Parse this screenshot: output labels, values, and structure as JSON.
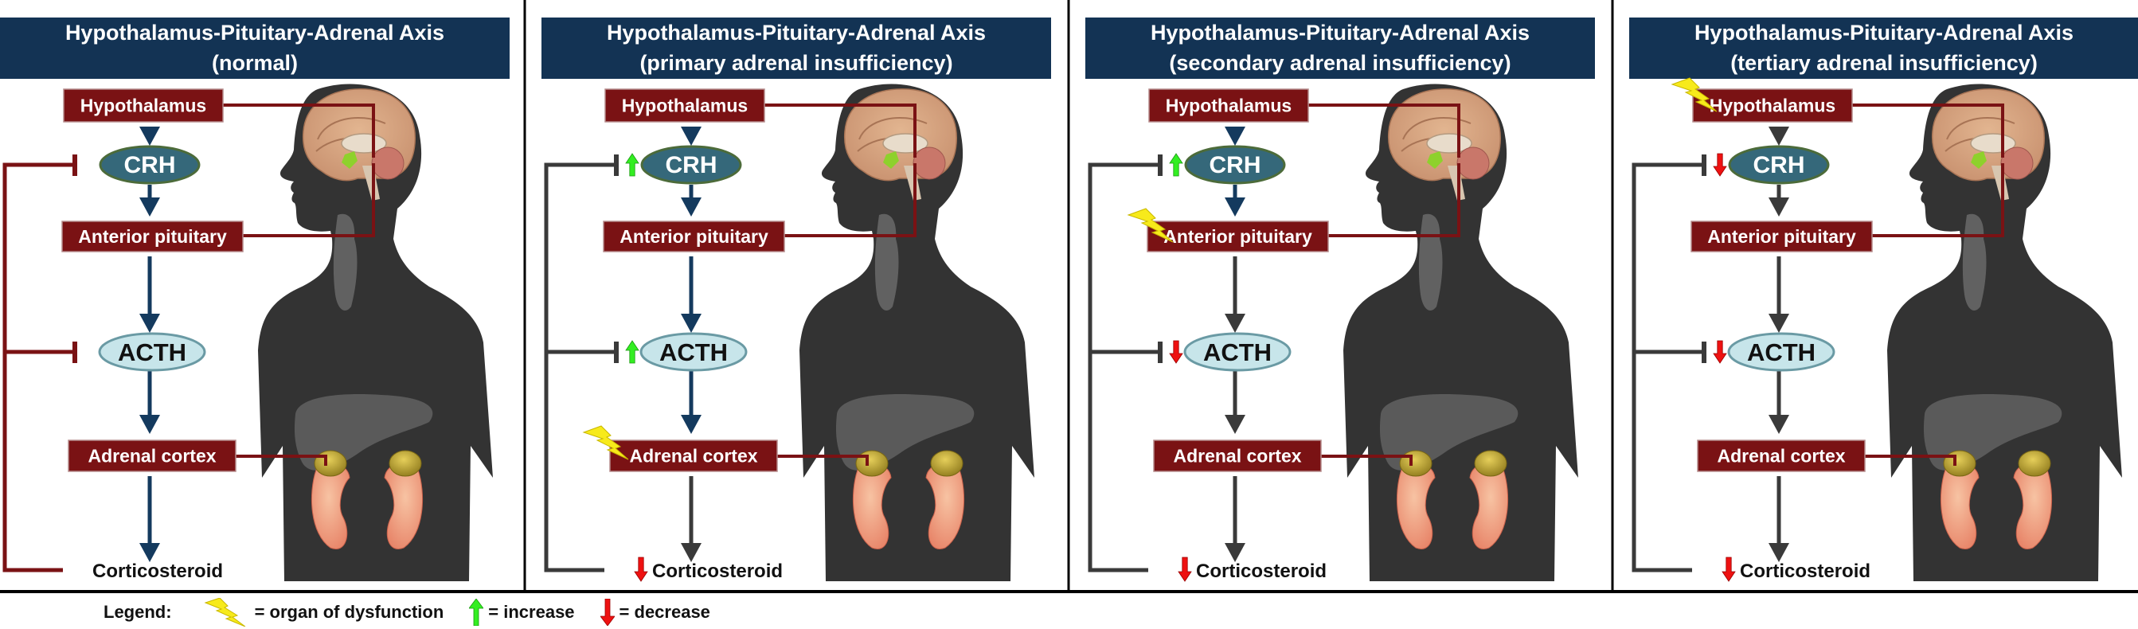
{
  "figure_title": "Hypothalamus-Pituitary-Adrenal Axis",
  "colors": {
    "title_banner": "#133354",
    "box_maroon": "#7a1214",
    "feedback_maroon": "#7a1214",
    "feedback_gray": "#3a3a3a",
    "arrow_navy": "#143a5e",
    "arrow_gray": "#3a3a3a",
    "crh_fill": "#35687a",
    "crh_stroke": "#4c6b3a",
    "acth_fill": "#c7e5ea",
    "acth_stroke": "#6a9aa4",
    "silhouette": "#333333",
    "increase": "#33ee22",
    "decrease": "#ee1111",
    "bolt": "#f7ea1b"
  },
  "panels": [
    {
      "title_line1": "Hypothalamus-Pituitary-Adrenal Axis",
      "title_line2": "(normal)",
      "nodes": {
        "hypothalamus": "Hypothalamus",
        "crh": "CRH",
        "anterior_pituitary": "Anterior pituitary",
        "acth": "ACTH",
        "adrenal_cortex": "Adrenal cortex",
        "corticosteroid": "Corticosteroid"
      },
      "dysfunction_organ": null,
      "crh_change": null,
      "acth_change": null,
      "corticosteroid_change": null,
      "feedback_color": "maroon",
      "arrow_colors": {
        "hyp_to_crh": "navy",
        "crh_to_ap": "navy",
        "ap_to_acth": "navy",
        "acth_to_ac": "navy",
        "ac_to_cort": "navy"
      }
    },
    {
      "title_line1": "Hypothalamus-Pituitary-Adrenal Axis",
      "title_line2": "(primary adrenal insufficiency)",
      "nodes": {
        "hypothalamus": "Hypothalamus",
        "crh": "CRH",
        "anterior_pituitary": "Anterior pituitary",
        "acth": "ACTH",
        "adrenal_cortex": "Adrenal cortex",
        "corticosteroid": "Corticosteroid"
      },
      "dysfunction_organ": "adrenal_cortex",
      "crh_change": "increase",
      "acth_change": "increase",
      "corticosteroid_change": "decrease",
      "feedback_color": "gray",
      "arrow_colors": {
        "hyp_to_crh": "navy",
        "crh_to_ap": "navy",
        "ap_to_acth": "navy",
        "acth_to_ac": "navy",
        "ac_to_cort": "gray"
      }
    },
    {
      "title_line1": "Hypothalamus-Pituitary-Adrenal Axis",
      "title_line2": "(secondary adrenal insufficiency)",
      "nodes": {
        "hypothalamus": "Hypothalamus",
        "crh": "CRH",
        "anterior_pituitary": "Anterior pituitary",
        "acth": "ACTH",
        "adrenal_cortex": "Adrenal cortex",
        "corticosteroid": "Corticosteroid"
      },
      "dysfunction_organ": "anterior_pituitary",
      "crh_change": "increase",
      "acth_change": "decrease",
      "corticosteroid_change": "decrease",
      "feedback_color": "gray",
      "arrow_colors": {
        "hyp_to_crh": "navy",
        "crh_to_ap": "navy",
        "ap_to_acth": "gray",
        "acth_to_ac": "gray",
        "ac_to_cort": "gray"
      }
    },
    {
      "title_line1": "Hypothalamus-Pituitary-Adrenal Axis",
      "title_line2": "(tertiary adrenal insufficiency)",
      "nodes": {
        "hypothalamus": "Hypothalamus",
        "crh": "CRH",
        "anterior_pituitary": "Anterior pituitary",
        "acth": "ACTH",
        "adrenal_cortex": "Adrenal cortex",
        "corticosteroid": "Corticosteroid"
      },
      "dysfunction_organ": "hypothalamus",
      "crh_change": "decrease",
      "acth_change": "decrease",
      "corticosteroid_change": "decrease",
      "feedback_color": "gray",
      "arrow_colors": {
        "hyp_to_crh": "gray",
        "crh_to_ap": "gray",
        "ap_to_acth": "gray",
        "acth_to_ac": "gray",
        "ac_to_cort": "gray"
      }
    }
  ],
  "legend": {
    "label": "Legend:",
    "items": [
      {
        "icon": "lightning-bolt-icon",
        "text": "= organ of dysfunction"
      },
      {
        "icon": "increase-arrow-icon",
        "text": "= increase"
      },
      {
        "icon": "decrease-arrow-icon",
        "text": "= decrease"
      }
    ]
  }
}
